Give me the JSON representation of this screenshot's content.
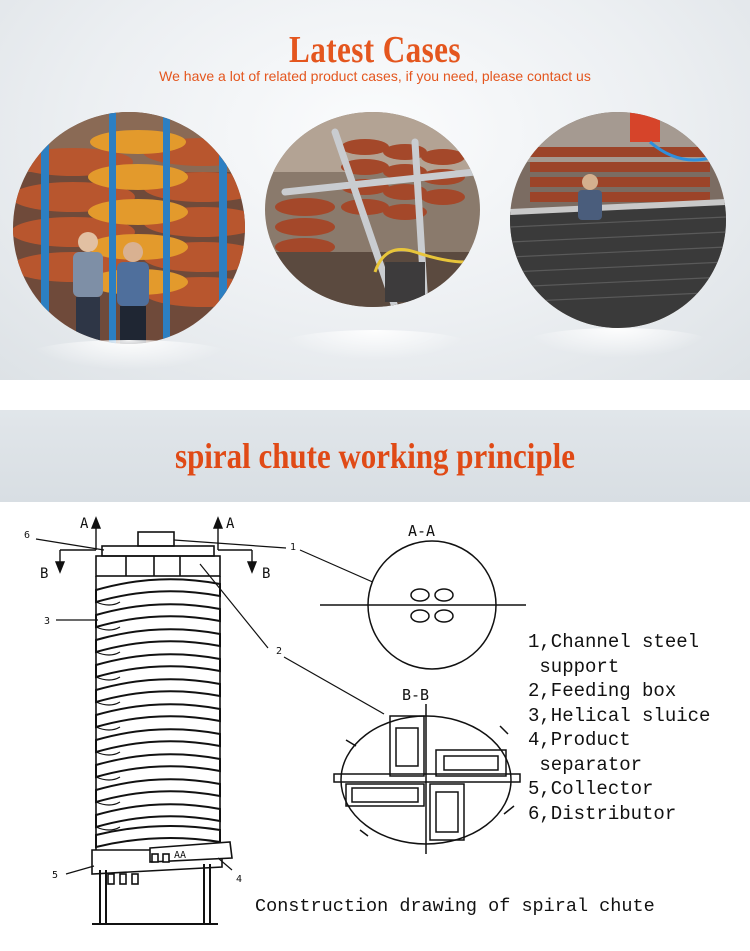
{
  "cases": {
    "title": "Latest Cases",
    "subtitle": "We have a lot of related product cases, if you need, please contact us"
  },
  "principle": {
    "title": "spiral chute working principle"
  },
  "drawing": {
    "section_aa": "A-A",
    "section_bb": "B-B",
    "arrow_a": "A",
    "arrow_b": "B",
    "callouts": [
      "1",
      "2",
      "3",
      "4",
      "5",
      "6"
    ],
    "aa_mark": "AA",
    "legend": [
      "1,Channel steel",
      " support",
      "2,Feeding box",
      "3,Helical sluice",
      "4,Product",
      " separator",
      "5,Collector",
      "6,Distributor"
    ],
    "caption": "Construction drawing of spiral chute"
  }
}
